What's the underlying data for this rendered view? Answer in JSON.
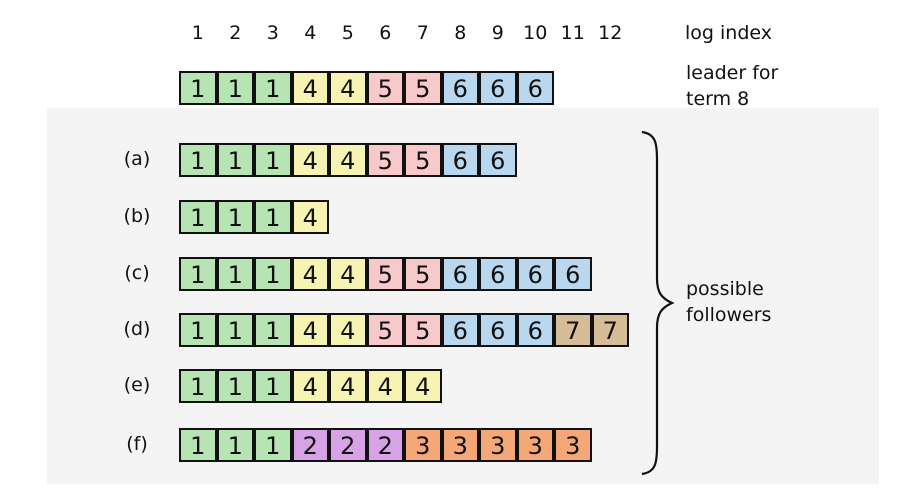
{
  "header": {
    "indices": [
      "1",
      "2",
      "3",
      "4",
      "5",
      "6",
      "7",
      "8",
      "9",
      "10",
      "11",
      "12"
    ],
    "label": "log index"
  },
  "leader": {
    "label_line1": "leader for",
    "label_line2": "term 8",
    "entries": [
      "1",
      "1",
      "1",
      "4",
      "4",
      "5",
      "5",
      "6",
      "6",
      "6"
    ]
  },
  "followers": [
    {
      "label": "(a)",
      "entries": [
        "1",
        "1",
        "1",
        "4",
        "4",
        "5",
        "5",
        "6",
        "6"
      ]
    },
    {
      "label": "(b)",
      "entries": [
        "1",
        "1",
        "1",
        "4"
      ]
    },
    {
      "label": "(c)",
      "entries": [
        "1",
        "1",
        "1",
        "4",
        "4",
        "5",
        "5",
        "6",
        "6",
        "6",
        "6"
      ]
    },
    {
      "label": "(d)",
      "entries": [
        "1",
        "1",
        "1",
        "4",
        "4",
        "5",
        "5",
        "6",
        "6",
        "6",
        "7",
        "7"
      ]
    },
    {
      "label": "(e)",
      "entries": [
        "1",
        "1",
        "1",
        "4",
        "4",
        "4",
        "4"
      ]
    },
    {
      "label": "(f)",
      "entries": [
        "1",
        "1",
        "1",
        "2",
        "2",
        "2",
        "3",
        "3",
        "3",
        "3",
        "3"
      ]
    }
  ],
  "brace_label": {
    "line1": "possible",
    "line2": "followers"
  },
  "term_colors": {
    "1": "#b7e4b3",
    "2": "#d8a3e6",
    "3": "#f4a877",
    "4": "#f7f3b2",
    "5": "#f7c9cb",
    "6": "#b9d8f0",
    "7": "#d6bc97"
  }
}
